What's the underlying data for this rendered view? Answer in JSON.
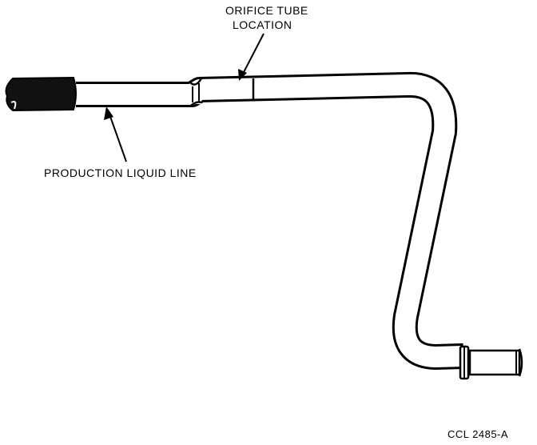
{
  "labels": {
    "orifice_tube_line1": "ORIFICE TUBE",
    "orifice_tube_line2": "LOCATION",
    "production_liquid_line": "PRODUCTION LIQUID LINE",
    "figure_code": "CCL 2485-A"
  }
}
